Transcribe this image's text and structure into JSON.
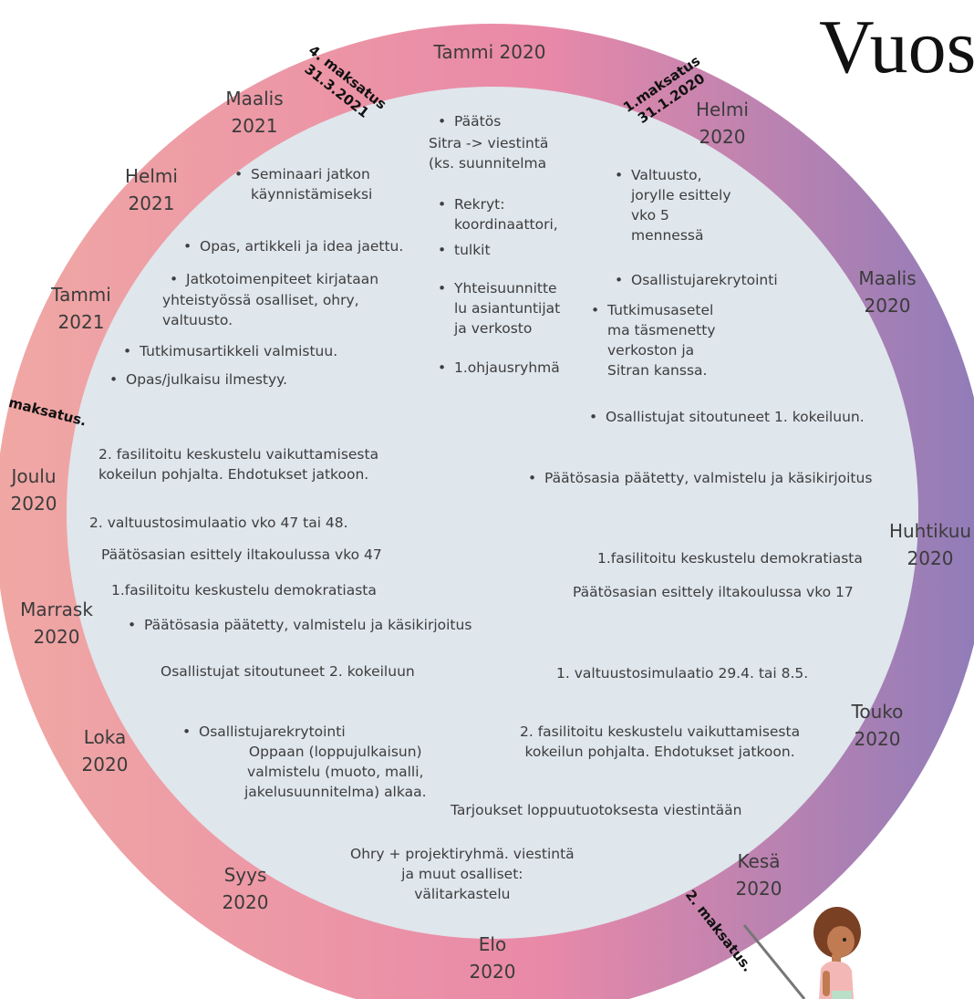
{
  "title": "Vuos",
  "colors": {
    "ring_start": "#f0a8a4",
    "ring_mid": "#e989a8",
    "ring_end": "#8e7cb9",
    "center_fill": "#dfe6ec",
    "pole": "#777777",
    "hair": "#7a4024",
    "skin": "#c07b52",
    "shirt": "#f3b8b6",
    "pants": "#b9dfc8"
  },
  "months": [
    {
      "id": "tammi-2020",
      "l1": "Tammi 2020",
      "l2": ""
    },
    {
      "id": "helmi-2020",
      "l1": "Helmi",
      "l2": "2020"
    },
    {
      "id": "maalis-2020",
      "l1": "Maalis",
      "l2": "2020"
    },
    {
      "id": "huhtikuu-2020",
      "l1": "Huhtikuu",
      "l2": "2020"
    },
    {
      "id": "touko-2020",
      "l1": "Touko",
      "l2": "2020"
    },
    {
      "id": "kesa-2020",
      "l1": "Kesä",
      "l2": "2020"
    },
    {
      "id": "elo-2020",
      "l1": "Elo",
      "l2": "2020"
    },
    {
      "id": "syys-2020",
      "l1": "Syys",
      "l2": "2020"
    },
    {
      "id": "loka-2020",
      "l1": "Loka",
      "l2": "2020"
    },
    {
      "id": "marrask-2020",
      "l1": "Marrask",
      "l2": "2020"
    },
    {
      "id": "joulu-2020",
      "l1": "Joulu",
      "l2": "2020"
    },
    {
      "id": "tammi-2021",
      "l1": "Tammi",
      "l2": "2021"
    },
    {
      "id": "helmi-2021",
      "l1": "Helmi",
      "l2": "2021"
    },
    {
      "id": "maalis-2021",
      "l1": "Maalis",
      "l2": "2021"
    }
  ],
  "payments": [
    {
      "id": "p1",
      "l1": "1.maksatus",
      "l2": "31.1.2020"
    },
    {
      "id": "p2",
      "l1": "2. maksatus.",
      "l2": ""
    },
    {
      "id": "p3",
      "l1": "maksatus.",
      "l2": ""
    },
    {
      "id": "p4",
      "l1": "4. maksatus",
      "l2": "31.3.2021"
    }
  ],
  "notes": [
    {
      "id": "n01",
      "bullet": true,
      "lines": [
        "Päätös"
      ]
    },
    {
      "id": "n02",
      "bullet": false,
      "lines": [
        "Sitra -> viestintä",
        "(ks. suunnitelma"
      ]
    },
    {
      "id": "n03",
      "bullet": true,
      "lines": [
        "Rekryt:",
        "koordinaattori,"
      ]
    },
    {
      "id": "n04",
      "bullet": true,
      "lines": [
        "tulkit"
      ]
    },
    {
      "id": "n05",
      "bullet": true,
      "lines": [
        "Yhteisuunnitte",
        "lu asiantuntijat",
        "ja verkosto"
      ]
    },
    {
      "id": "n06",
      "bullet": true,
      "lines": [
        "1.ohjausryhmä"
      ]
    },
    {
      "id": "n07",
      "bullet": true,
      "lines": [
        "Valtuusto,",
        "jorylle esittely",
        "vko 5",
        "mennessä"
      ]
    },
    {
      "id": "n08",
      "bullet": true,
      "lines": [
        "Osallistujarekrytointi"
      ]
    },
    {
      "id": "n09",
      "bullet": true,
      "lines": [
        "Tutkimusasetel",
        "ma täsmenetty",
        "verkoston  ja",
        "Sitran kanssa."
      ]
    },
    {
      "id": "n10",
      "bullet": true,
      "lines": [
        "Osallistujat sitoutuneet 1. kokeiluun."
      ]
    },
    {
      "id": "n11",
      "bullet": true,
      "lines": [
        "Päätösasia päätetty, valmistelu ja käsikirjoitus"
      ]
    },
    {
      "id": "n12",
      "bullet": false,
      "lines": [
        "1.fasilitoitu keskustelu demokratiasta"
      ]
    },
    {
      "id": "n13",
      "bullet": false,
      "lines": [
        "Päätösasian esittely iltakoulussa vko 17"
      ]
    },
    {
      "id": "n14",
      "bullet": false,
      "lines": [
        "1.        valtuustosimulaatio 29.4. tai 8.5."
      ]
    },
    {
      "id": "n15",
      "bullet": false,
      "lines": [
        "2. fasilitoitu keskustelu vaikuttamisesta",
        "kokeilun pohjalta. Ehdotukset jatkoon."
      ]
    },
    {
      "id": "n16",
      "bullet": false,
      "lines": [
        "Tarjoukset loppuutuotoksesta viestintään"
      ]
    },
    {
      "id": "n17",
      "bullet": false,
      "lines": [
        "Ohry + projektiryhmä. viestintä",
        "ja muut osalliset:",
        "välitarkastelu"
      ]
    },
    {
      "id": "n18",
      "bullet": true,
      "lines": [
        "Osallistujarekrytointi"
      ]
    },
    {
      "id": "n19",
      "bullet": false,
      "lines": [
        "Oppaan (loppujulkaisun)",
        "valmistelu (muoto, malli,",
        "jakelusuunnitelma) alkaa."
      ]
    },
    {
      "id": "n20",
      "bullet": false,
      "lines": [
        "Osallistujat sitoutuneet 2. kokeiluun"
      ]
    },
    {
      "id": "n21",
      "bullet": true,
      "lines": [
        "Päätösasia päätetty, valmistelu ja käsikirjoitus"
      ]
    },
    {
      "id": "n22",
      "bullet": false,
      "lines": [
        "1.fasilitoitu keskustelu demokratiasta"
      ]
    },
    {
      "id": "n23",
      "bullet": false,
      "lines": [
        "Päätösasian esittely iltakoulussa vko 47"
      ]
    },
    {
      "id": "n24",
      "bullet": false,
      "lines": [
        "2. valtuustosimulaatio vko 47 tai 48."
      ]
    },
    {
      "id": "n25",
      "bullet": false,
      "lines": [
        "2. fasilitoitu keskustelu vaikuttamisesta",
        "kokeilun pohjalta. Ehdotukset jatkoon."
      ]
    },
    {
      "id": "n26",
      "bullet": true,
      "lines": [
        "Opas/julkaisu ilmestyy."
      ]
    },
    {
      "id": "n27",
      "bullet": true,
      "lines": [
        "Tutkimusartikkeli valmistuu."
      ]
    },
    {
      "id": "n28",
      "bullet": true,
      "lines": [
        "Jatkotoimenpiteet kirjataan"
      ]
    },
    {
      "id": "n29",
      "bullet": false,
      "lines": [
        "yhteistyössä osalliset, ohry,",
        "valtuusto."
      ]
    },
    {
      "id": "n30",
      "bullet": true,
      "lines": [
        "Opas, artikkeli ja idea jaettu."
      ]
    },
    {
      "id": "n31",
      "bullet": true,
      "lines": [
        "Seminaari jatkon",
        "käynnistämiseksi"
      ]
    }
  ]
}
